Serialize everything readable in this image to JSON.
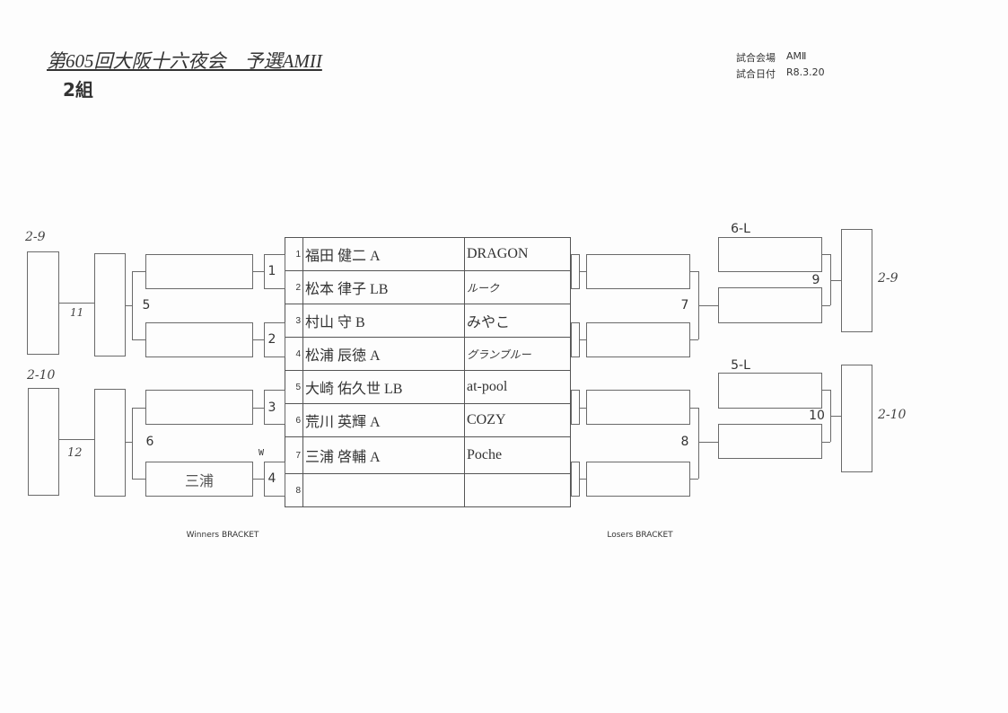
{
  "header": {
    "title": "第605回大阪十六夜会　予選AMII",
    "group": "2組",
    "venue_label": "試合会場",
    "venue_value": "AMⅡ",
    "date_label": "試合日付",
    "date_value": "R8.3.20"
  },
  "entries": [
    {
      "no": "1",
      "name": "福田 健二 A",
      "team": "DRAGON"
    },
    {
      "no": "2",
      "name": "松本 律子 LB",
      "team": "ルーク"
    },
    {
      "no": "3",
      "name": "村山 守 B",
      "team": "みやこ"
    },
    {
      "no": "4",
      "name": "松浦 辰徳 A",
      "team": "グランブルー"
    },
    {
      "no": "5",
      "name": "大崎 佑久世 LB",
      "team": "at-pool"
    },
    {
      "no": "6",
      "name": "荒川 英輝 A",
      "team": "COZY"
    },
    {
      "no": "7",
      "name": "三浦 啓輔 A",
      "team": "Poche"
    },
    {
      "no": "8",
      "name": "",
      "team": ""
    }
  ],
  "winners": {
    "match_labels": [
      "1",
      "2",
      "3",
      "4",
      "5",
      "6"
    ],
    "round1_results": [
      "",
      "",
      "",
      "三浦"
    ],
    "walkover_mark": "W",
    "handwritten_11": "11",
    "handwritten_12": "12",
    "final_top_label": "2-9",
    "final_bottom_label": "2-10",
    "footer": "Winners BRACKET"
  },
  "losers": {
    "match_labels": [
      "7",
      "8",
      "9",
      "10"
    ],
    "drop_top": "6-L",
    "drop_bottom": "5-L",
    "final_top_label": "2-9",
    "final_bottom_label": "2-10",
    "footer": "Losers BRACKET"
  }
}
